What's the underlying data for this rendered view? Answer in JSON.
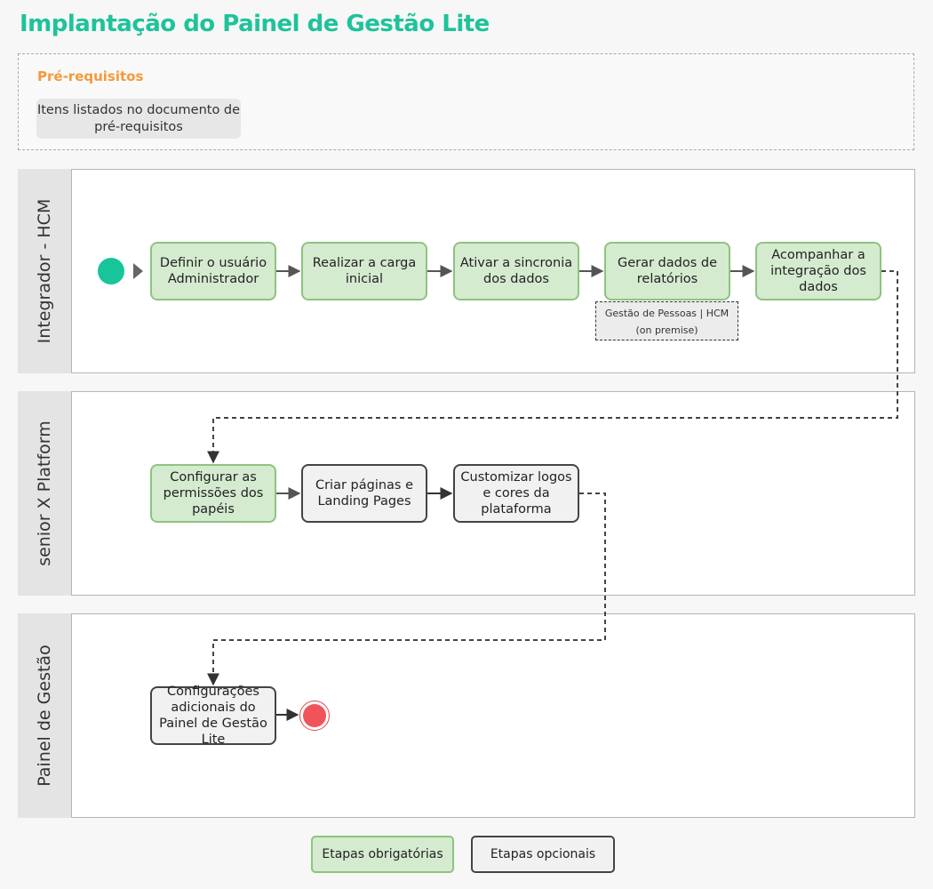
{
  "title": "Implantação do Painel de Gestão Lite",
  "prerequisites": {
    "heading": "Pré-requisitos",
    "item": "Itens listados no documento de pré-requisitos"
  },
  "lanes": [
    {
      "label": "Integrador - HCM"
    },
    {
      "label": "senior X Platform"
    },
    {
      "label": "Painel de Gestão"
    }
  ],
  "steps": {
    "define_admin": "Definir o usuário Administrador",
    "initial_load": "Realizar a carga inicial",
    "activate_sync": "Ativar a sincronia dos dados",
    "generate_reports": "Gerar dados de relatórios",
    "track_integration": "Acompanhar a integração dos dados",
    "configure_permissions": "Configurar as permissões dos papéis",
    "create_pages": "Criar páginas e Landing Pages",
    "customize_logos": "Customizar logos e cores da plataforma",
    "extra_config": "Configurações adicionais do Painel de Gestão Lite"
  },
  "note": {
    "line1": "Gestão de Pessoas | HCM",
    "line2": "(on premise)"
  },
  "legend": {
    "mandatory": "Etapas obrigatórias",
    "optional": "Etapas opcionais"
  },
  "colors": {
    "title": "#1ec39a",
    "prereq_heading": "#f39a3a",
    "mandatory_fill": "#d5ebd0",
    "mandatory_border": "#8dc47e",
    "optional_fill": "#f1f1f1",
    "optional_border": "#444444",
    "start": "#18c49a",
    "end": "#f0545a"
  }
}
